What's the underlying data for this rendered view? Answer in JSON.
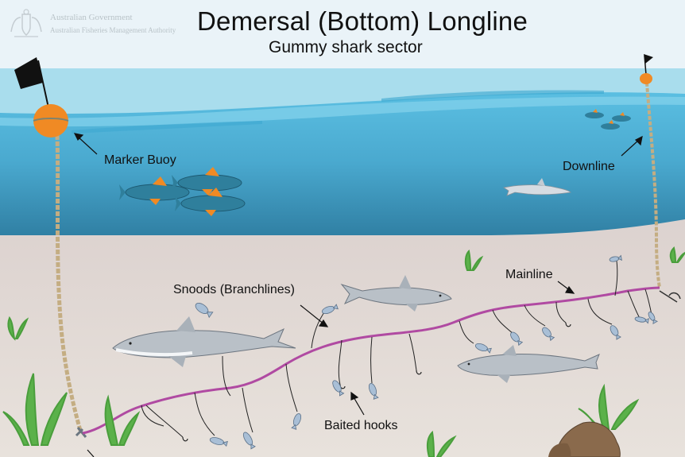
{
  "header": {
    "title": "Demersal (Bottom) Longline",
    "subtitle": "Gummy shark sector",
    "agency_line1": "Australian Government",
    "agency_line2": "Australian Fisheries Management Authority"
  },
  "labels": {
    "marker_buoy": "Marker Buoy",
    "downline": "Downline",
    "snoods": "Snoods (Branchlines)",
    "mainline": "Mainline",
    "baited_hooks": "Baited hooks"
  },
  "colors": {
    "sky": "#eaf3f8",
    "water_top": "#5cc3e6",
    "water_bottom": "#2f7fa3",
    "seabed": "#e4dbd8",
    "mainline": "#b04aa2",
    "buoy": "#f08a24",
    "rope": "#c9b48a",
    "shark": "#b9c0c7",
    "fish_body": "#2f7f9c",
    "fish_fin": "#f08a24",
    "seaweed": "#5bb14a"
  },
  "icons": {
    "logo": "coat-of-arms-icon",
    "flag": "flag-icon",
    "buoy": "buoy-icon",
    "hook": "hook-icon",
    "shark": "shark-icon",
    "fish": "fish-icon",
    "bait": "bait-fish-icon",
    "seaweed": "seaweed-icon",
    "rock": "rock-icon",
    "anchor": "anchor-icon"
  }
}
